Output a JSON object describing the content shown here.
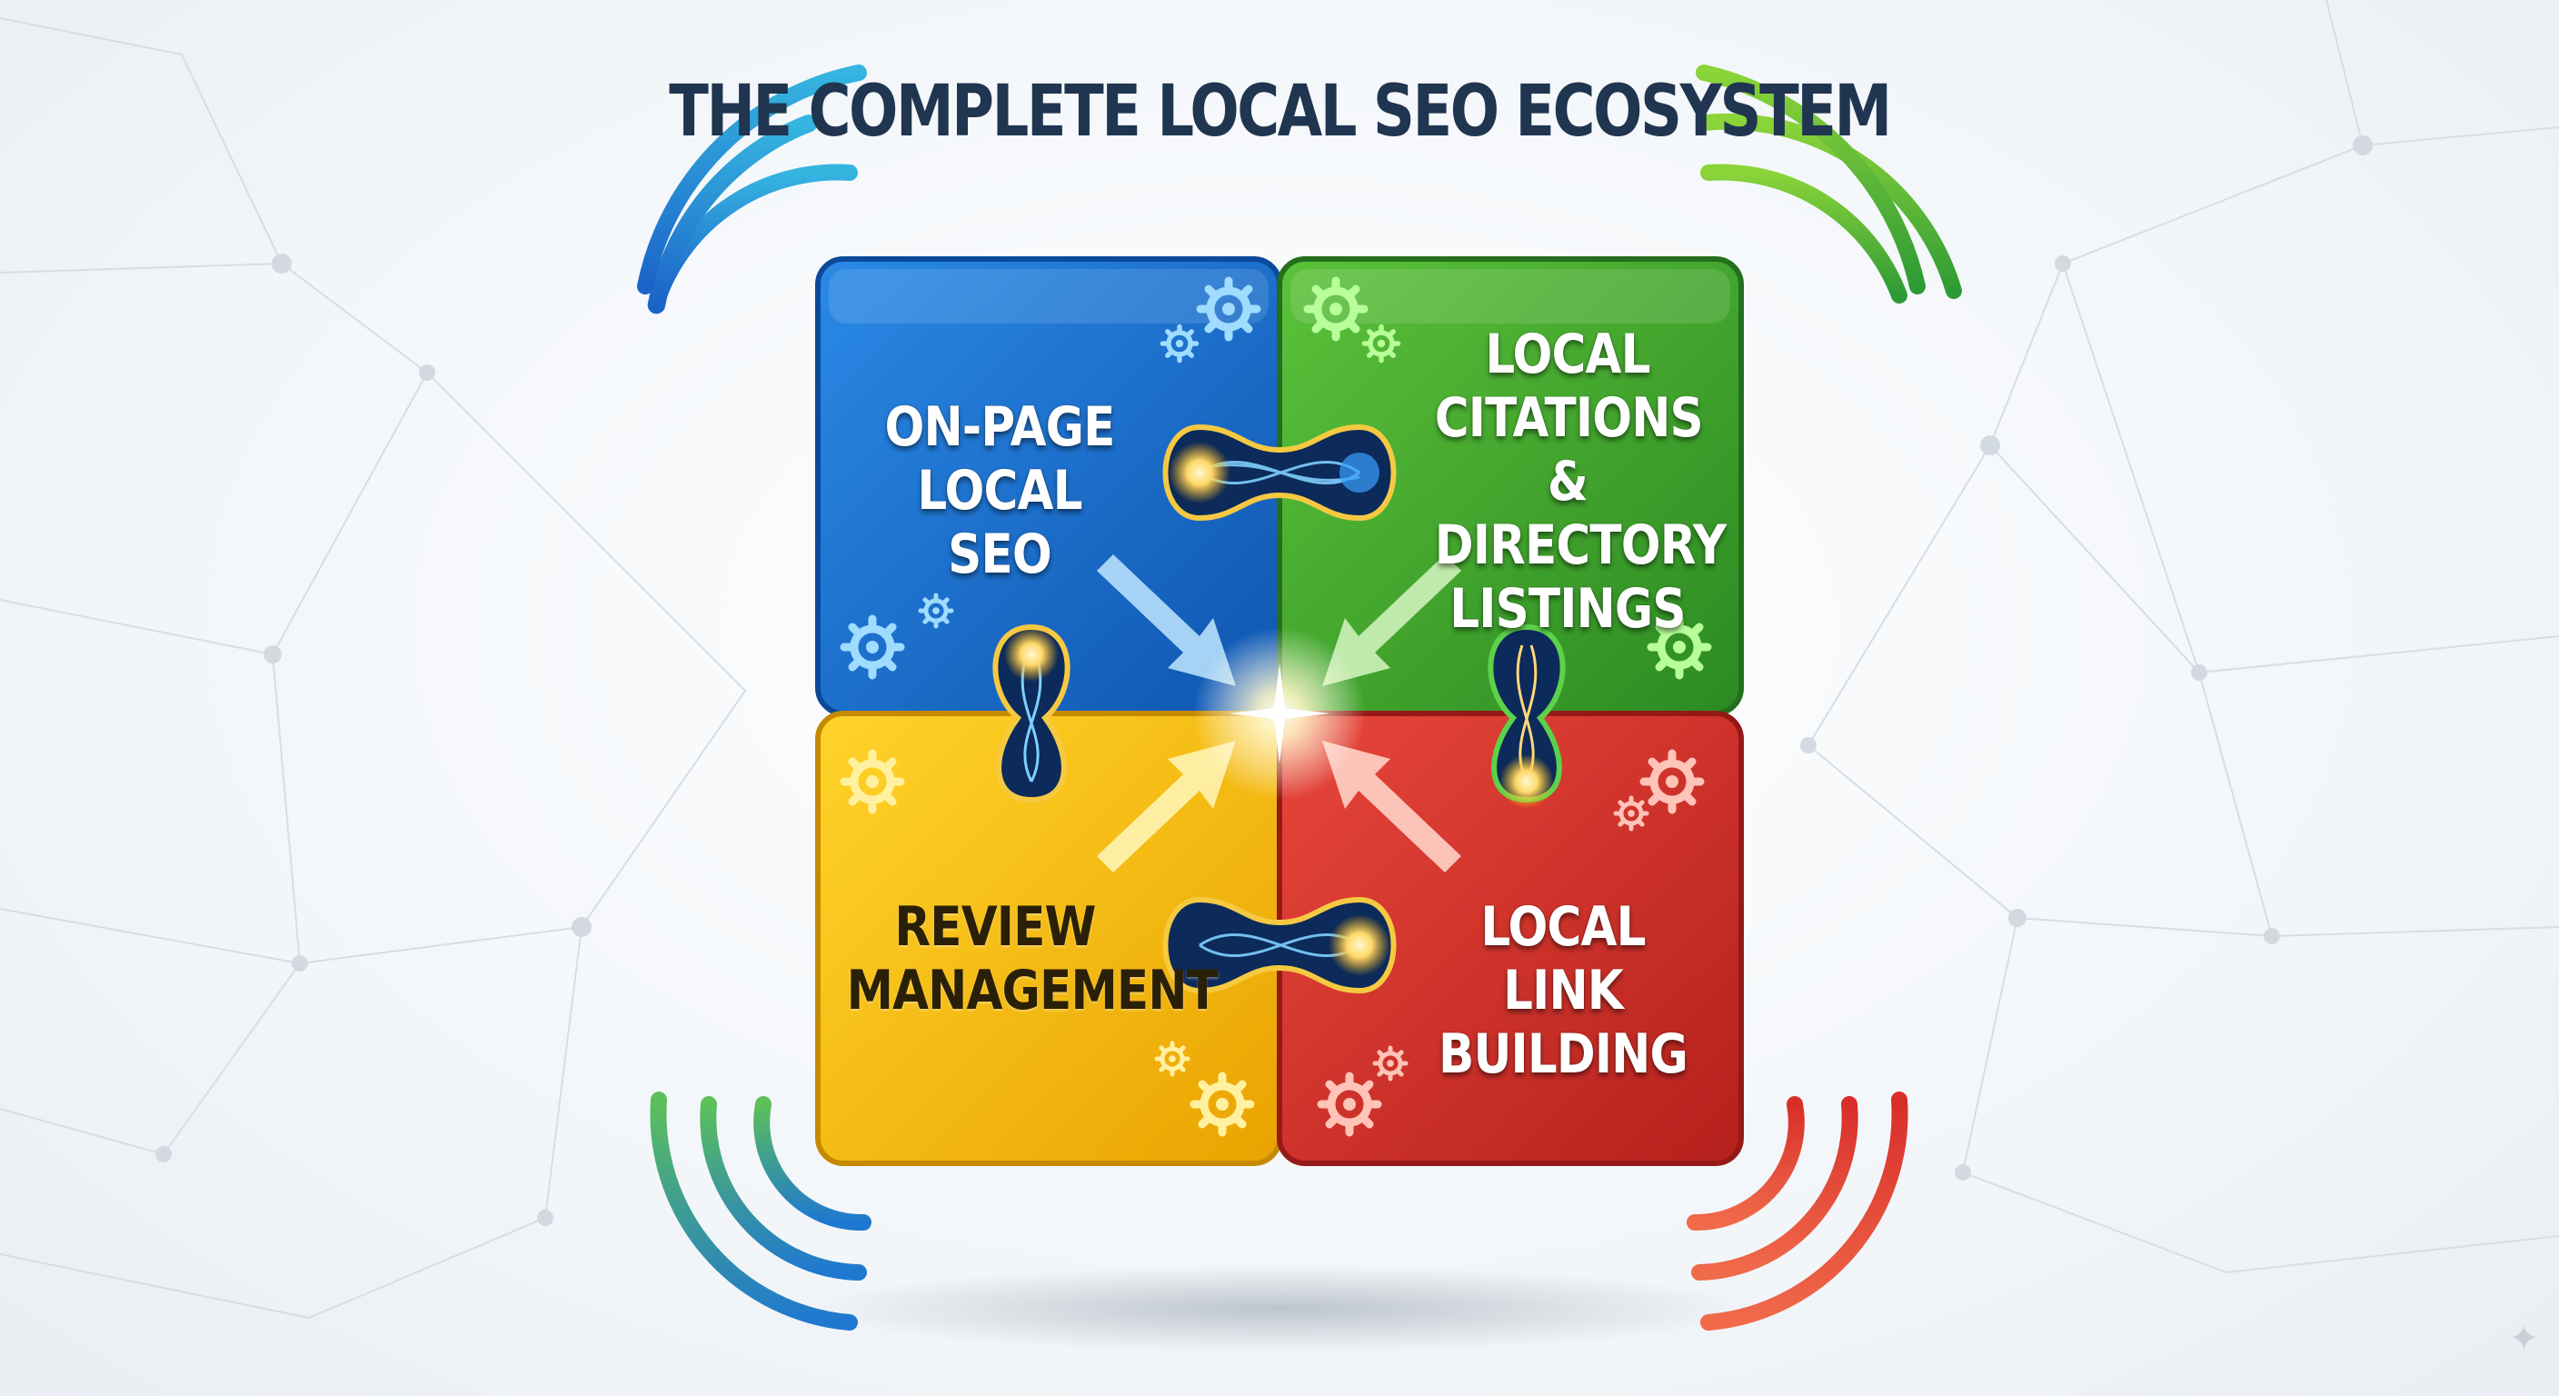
{
  "title": "THE COMPLETE LOCAL SEO ECOSYSTEM",
  "pieces": [
    {
      "id": "on-page",
      "lines": [
        "ON-PAGE",
        "LOCAL SEO"
      ],
      "color": "#1a6fd0"
    },
    {
      "id": "citations",
      "lines": [
        "LOCAL",
        "CITATIONS &",
        "DIRECTORY",
        "LISTINGS"
      ],
      "color": "#3ea52b"
    },
    {
      "id": "reviews",
      "lines": [
        "REVIEW",
        "MANAGEMENT"
      ],
      "color": "#f2bf0c"
    },
    {
      "id": "links",
      "lines": [
        "LOCAL LINK",
        "BUILDING"
      ],
      "color": "#d6322b"
    }
  ],
  "accent_colors": {
    "title": "#1f3550",
    "wave_blue": "#1e78d2",
    "wave_green": "#52b52c",
    "wave_red": "#d9352d",
    "glow": "#fff6c8"
  },
  "icons": [
    "gear-icon",
    "arrow-icon",
    "wifi-wave-icon",
    "watermark-sparkle-icon"
  ]
}
